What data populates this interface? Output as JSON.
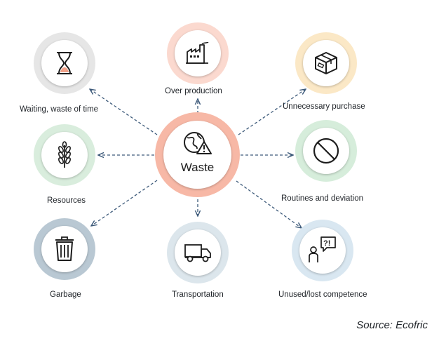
{
  "center": {
    "label": "Waste",
    "icon": "globe-warning-icon",
    "color": "#f7b8a6"
  },
  "nodes": [
    {
      "id": "waiting",
      "label": "Waiting, waste of time",
      "icon": "hourglass-icon",
      "color": "#e6e6e6"
    },
    {
      "id": "overproduction",
      "label": "Over production",
      "icon": "factory-icon",
      "color": "#fbd9cf"
    },
    {
      "id": "purchase",
      "label": "Unnecessary purchase",
      "icon": "box-icon",
      "color": "#fbe8c6"
    },
    {
      "id": "resources",
      "label": "Resources",
      "icon": "wheat-icon",
      "color": "#d9eddd"
    },
    {
      "id": "routines",
      "label": "Routines and deviation",
      "icon": "prohibited-icon",
      "color": "#d6eddb"
    },
    {
      "id": "garbage",
      "label": "Garbage",
      "icon": "trash-icon",
      "color": "#b9c8d3"
    },
    {
      "id": "transportation",
      "label": "Transportation",
      "icon": "truck-icon",
      "color": "#dce6ec"
    },
    {
      "id": "competence",
      "label": "Unused/lost competence",
      "icon": "person-question-icon",
      "color": "#d9e7f1"
    }
  ],
  "source": "Source: Ecofric",
  "arrow_color": "#3d5a7a"
}
